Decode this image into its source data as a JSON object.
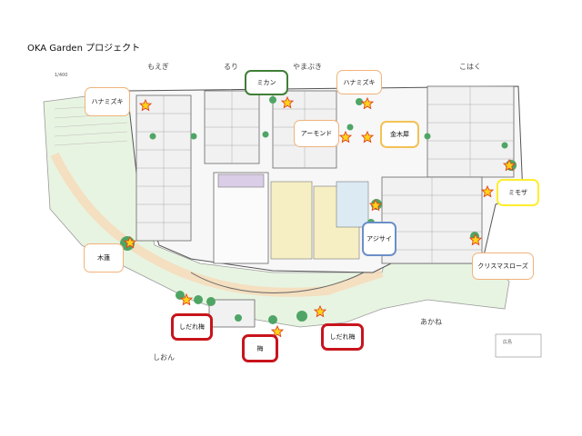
{
  "title": "OKA Garden プロジェクト",
  "wings": {
    "moegi": "もえぎ",
    "ruri": "るり",
    "yamabuki": "やまぶき",
    "kohaku": "こはく",
    "akane": "あかね",
    "shion": "しおん"
  },
  "plan_text": {
    "scale": "1/400",
    "corner": "広島"
  },
  "callouts": [
    {
      "id": "hanamizuki-left",
      "label": "ハナミズキ",
      "color": "#f0b27a"
    },
    {
      "id": "mikan",
      "label": "ミカン",
      "color": "#3f7f35"
    },
    {
      "id": "hanamizuki-top",
      "label": "ハナミズキ",
      "color": "#f0b27a"
    },
    {
      "id": "almond",
      "label": "アーモンド",
      "color": "#f0b27a"
    },
    {
      "id": "kinmokusei",
      "label": "金木犀",
      "color": "#f2c255"
    },
    {
      "id": "mimosa",
      "label": "ミモザ",
      "color": "#ffee2e"
    },
    {
      "id": "ajisai",
      "label": "アジサイ",
      "color": "#6b8fc8"
    },
    {
      "id": "mokuren",
      "label": "木蓮",
      "color": "#f0b27a"
    },
    {
      "id": "christmas-rose",
      "label": "クリスマスローズ",
      "color": "#f0b27a"
    },
    {
      "id": "shidare-ume-left",
      "label": "しだれ梅",
      "color": "#c8141c"
    },
    {
      "id": "ume",
      "label": "梅",
      "color": "#c8141c"
    },
    {
      "id": "shidare-ume-right",
      "label": "しだれ梅",
      "color": "#c8141c"
    }
  ],
  "legend_colors": {
    "star_fill": "#ffd21a",
    "star_stroke": "#e0421b",
    "tree": "#4fa565",
    "lawn": "#e4f3e0"
  }
}
